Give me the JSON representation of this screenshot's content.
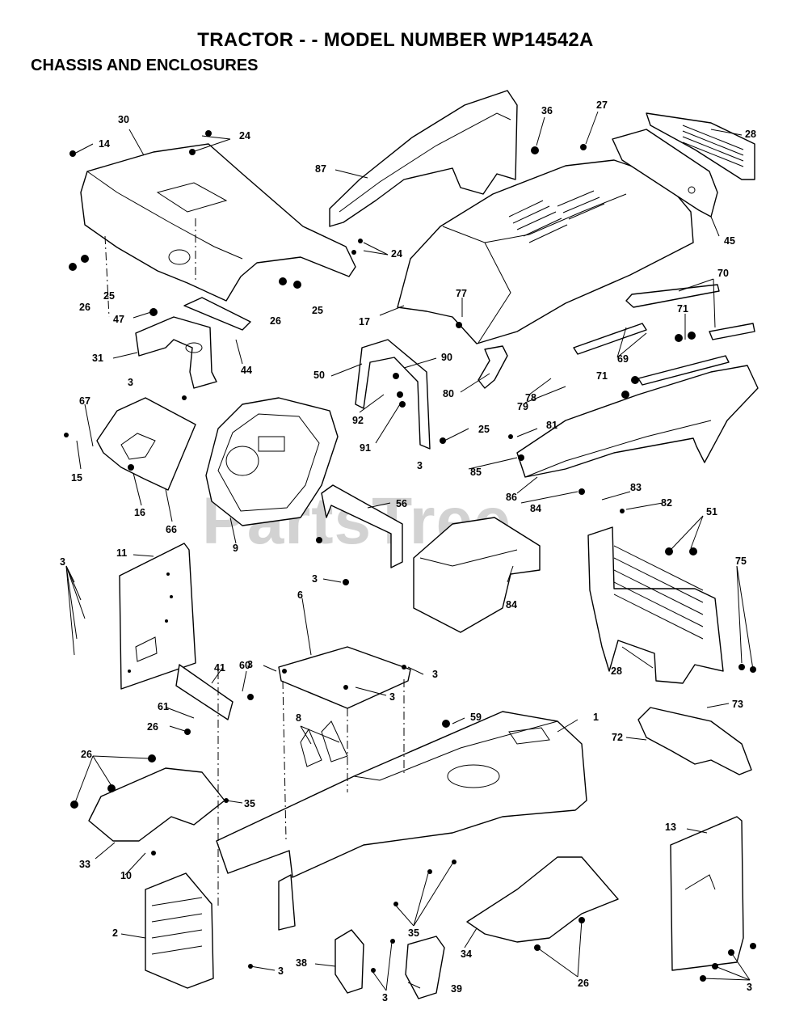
{
  "header": {
    "title": "TRACTOR - - MODEL NUMBER WP14542A",
    "subtitle": "CHASSIS AND ENCLOSURES"
  },
  "watermark": "PartsTree",
  "callouts": [
    {
      "id": "c-30",
      "label": "30"
    },
    {
      "id": "c-14",
      "label": "14"
    },
    {
      "id": "c-24a",
      "label": "24"
    },
    {
      "id": "c-87",
      "label": "87"
    },
    {
      "id": "c-36",
      "label": "36"
    },
    {
      "id": "c-27",
      "label": "27"
    },
    {
      "id": "c-28a",
      "label": "28"
    },
    {
      "id": "c-45",
      "label": "45"
    },
    {
      "id": "c-24b",
      "label": "24"
    },
    {
      "id": "c-26a",
      "label": "26"
    },
    {
      "id": "c-25a",
      "label": "25"
    },
    {
      "id": "c-26b",
      "label": "26"
    },
    {
      "id": "c-25b",
      "label": "25"
    },
    {
      "id": "c-17",
      "label": "17"
    },
    {
      "id": "c-70",
      "label": "70"
    },
    {
      "id": "c-71a",
      "label": "71"
    },
    {
      "id": "c-47",
      "label": "47"
    },
    {
      "id": "c-77",
      "label": "77"
    },
    {
      "id": "c-31",
      "label": "31"
    },
    {
      "id": "c-44",
      "label": "44"
    },
    {
      "id": "c-3a",
      "label": "3"
    },
    {
      "id": "c-50",
      "label": "50"
    },
    {
      "id": "c-90",
      "label": "90"
    },
    {
      "id": "c-80",
      "label": "80"
    },
    {
      "id": "c-69",
      "label": "69"
    },
    {
      "id": "c-71b",
      "label": "71"
    },
    {
      "id": "c-78",
      "label": "78"
    },
    {
      "id": "c-79",
      "label": "79"
    },
    {
      "id": "c-67",
      "label": "67"
    },
    {
      "id": "c-92",
      "label": "92"
    },
    {
      "id": "c-91",
      "label": "91"
    },
    {
      "id": "c-25c",
      "label": "25"
    },
    {
      "id": "c-81",
      "label": "81"
    },
    {
      "id": "c-15",
      "label": "15"
    },
    {
      "id": "c-3b",
      "label": "3"
    },
    {
      "id": "c-85",
      "label": "85"
    },
    {
      "id": "c-86",
      "label": "86"
    },
    {
      "id": "c-16",
      "label": "16"
    },
    {
      "id": "c-66",
      "label": "66"
    },
    {
      "id": "c-56",
      "label": "56"
    },
    {
      "id": "c-84a",
      "label": "84"
    },
    {
      "id": "c-83",
      "label": "83"
    },
    {
      "id": "c-82",
      "label": "82"
    },
    {
      "id": "c-9",
      "label": "9"
    },
    {
      "id": "c-51",
      "label": "51"
    },
    {
      "id": "c-11",
      "label": "11"
    },
    {
      "id": "c-3c",
      "label": "3"
    },
    {
      "id": "c-75",
      "label": "75"
    },
    {
      "id": "c-3d",
      "label": "3"
    },
    {
      "id": "c-84b",
      "label": "84"
    },
    {
      "id": "c-6",
      "label": "6"
    },
    {
      "id": "c-3e",
      "label": "3"
    },
    {
      "id": "c-3f",
      "label": "3"
    },
    {
      "id": "c-28b",
      "label": "28"
    },
    {
      "id": "c-41",
      "label": "41"
    },
    {
      "id": "c-60",
      "label": "60"
    },
    {
      "id": "c-3g",
      "label": "3"
    },
    {
      "id": "c-61",
      "label": "61"
    },
    {
      "id": "c-73",
      "label": "73"
    },
    {
      "id": "c-26c",
      "label": "26"
    },
    {
      "id": "c-59",
      "label": "59"
    },
    {
      "id": "c-1",
      "label": "1"
    },
    {
      "id": "c-8",
      "label": "8"
    },
    {
      "id": "c-72",
      "label": "72"
    },
    {
      "id": "c-26d",
      "label": "26"
    },
    {
      "id": "c-35a",
      "label": "35"
    },
    {
      "id": "c-13",
      "label": "13"
    },
    {
      "id": "c-33",
      "label": "33"
    },
    {
      "id": "c-10",
      "label": "10"
    },
    {
      "id": "c-2",
      "label": "2"
    },
    {
      "id": "c-35b",
      "label": "35"
    },
    {
      "id": "c-34",
      "label": "34"
    },
    {
      "id": "c-3h",
      "label": "3"
    },
    {
      "id": "c-38",
      "label": "38"
    },
    {
      "id": "c-26e",
      "label": "26"
    },
    {
      "id": "c-39",
      "label": "39"
    },
    {
      "id": "c-3i",
      "label": "3"
    },
    {
      "id": "c-3j",
      "label": "3"
    }
  ]
}
